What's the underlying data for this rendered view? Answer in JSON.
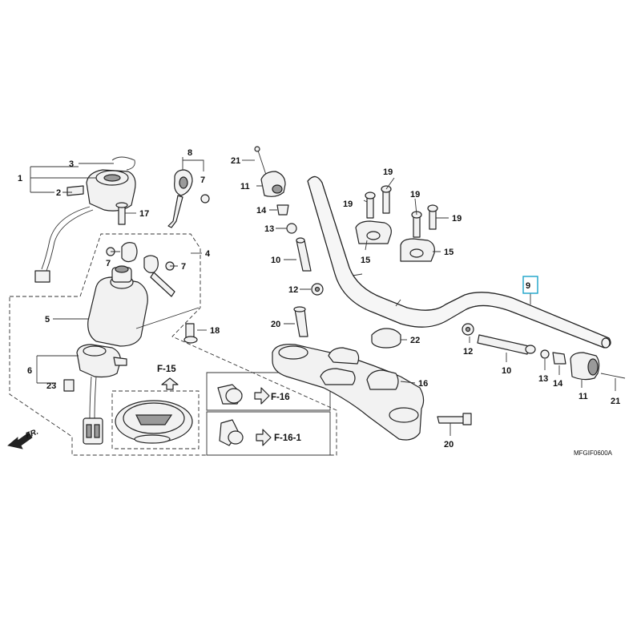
{
  "callouts": {
    "c1": "1",
    "c2": "2",
    "c3": "3",
    "c4": "4",
    "c5": "5",
    "c6": "6",
    "c7a": "7",
    "c7b": "7",
    "c7c": "7",
    "c8": "8",
    "c9": "9",
    "c10a": "10",
    "c10b": "10",
    "c11a": "11",
    "c11b": "11",
    "c12a": "12",
    "c12b": "12",
    "c13a": "13",
    "c13b": "13",
    "c14a": "14",
    "c14b": "14",
    "c15a": "15",
    "c15b": "15",
    "c16": "16",
    "c17": "17",
    "c18": "18",
    "c19a": "19",
    "c19b": "19",
    "c19c": "19",
    "c19d": "19",
    "c20a": "20",
    "c20b": "20",
    "c21a": "21",
    "c21b": "21",
    "c22": "22",
    "c23": "23"
  },
  "references": {
    "f15": "F-15",
    "f16": "F-16",
    "f161": "F-16-1"
  },
  "front_indicator": "FR.",
  "diagram_code": "MFGIF0600A",
  "colors": {
    "highlight_box": "#1aa3c9",
    "ink": "#222222"
  },
  "icons": {
    "front": "front-arrow-icon",
    "reference": "reference-arrow-icon"
  }
}
